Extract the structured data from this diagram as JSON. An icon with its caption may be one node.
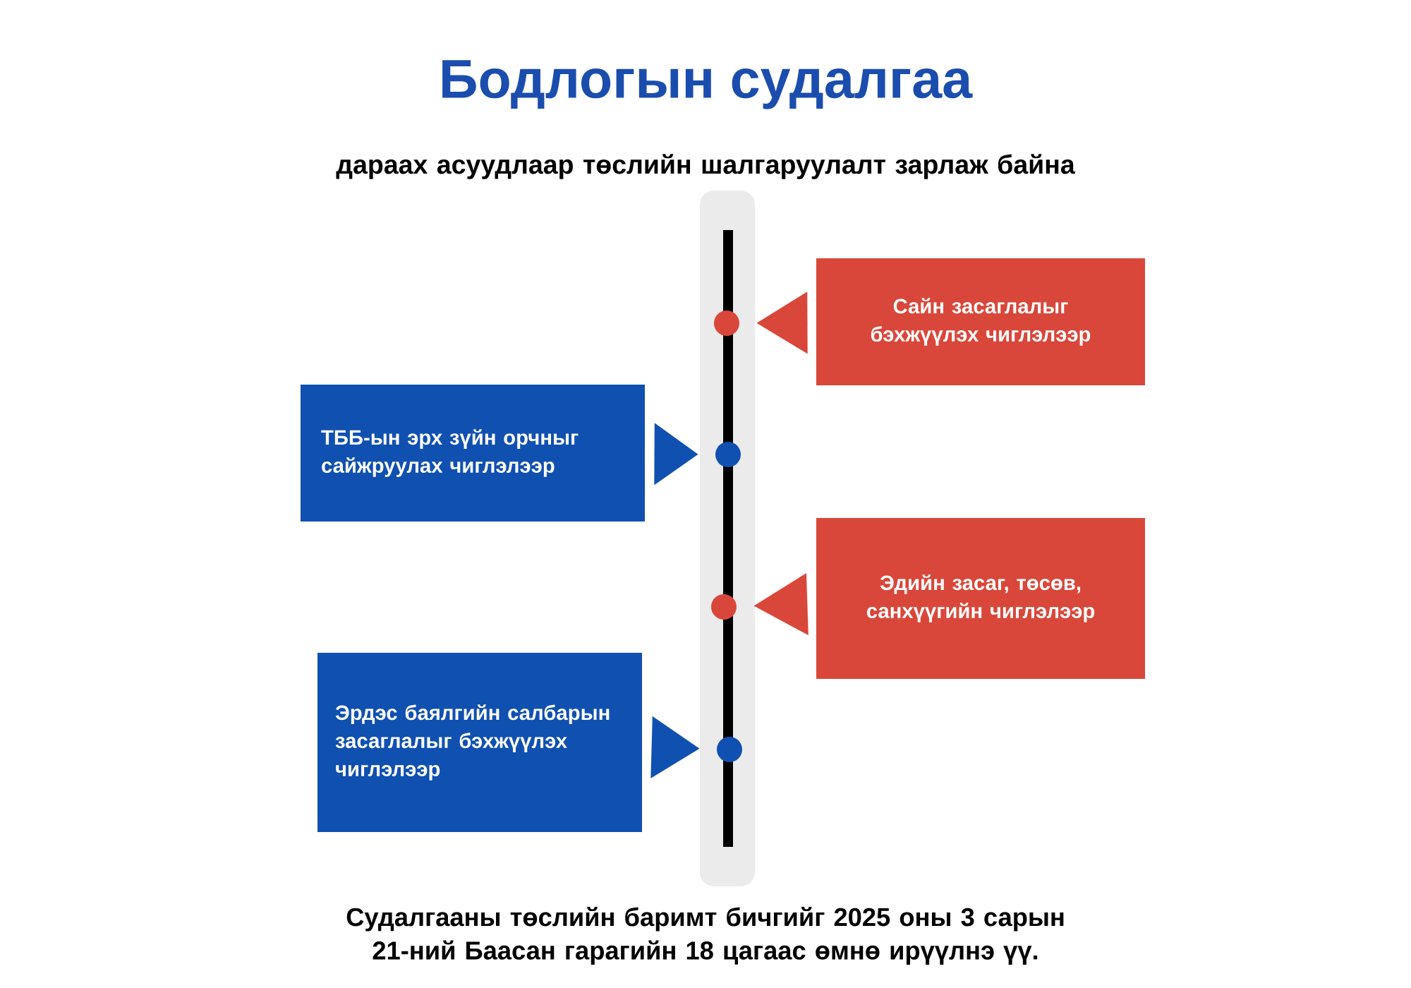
{
  "diagram": {
    "title": "Бодлогын судалгаа",
    "nodes": [
      {
        "text": [
          "Сайн засаглалыг бэхжүүлэх чиглэлээр"
        ]
      },
      {
        "text": [
          "ТББ-ын эрх зүйн орчныг сайжруулах чиглэлээр"
        ]
      },
      {
        "text": [
          "Эдийн засаг, төсөв, санхүүгийн чиглэлээр"
        ]
      },
      {
        "text": [
          "Эрдэс баялгийн салбарын засаглалыг бэхжүүлэх чиглэлээр"
        ]
      },
      {
        "text": [],
        "shape": "circle"
      },
      {
        "text": [],
        "shape": "circle"
      },
      {
        "text": [],
        "shape": "circle"
      },
      {
        "text": [],
        "shape": "circle"
      }
    ],
    "edges": [
      {
        "from": 0,
        "to": 4,
        "arrow": "to",
        "color": "#d9473a"
      },
      {
        "from": 1,
        "to": 5,
        "arrow": "to",
        "color": "#1050b0"
      },
      {
        "from": 2,
        "to": 6,
        "arrow": "to",
        "color": "#d9473a"
      },
      {
        "from": 3,
        "to": 7,
        "arrow": "to",
        "color": "#1050b0"
      }
    ],
    "labels": [
      "дараах асуудлаар төслийн шалгаруулалт зарлаж байна",
      "Судалгааны төслийн баримт бичгийг 2025 оны 3 сарын 21-ний Баасан гарагийн 18 цагаас өмнө ирүүлнэ үү."
    ]
  }
}
